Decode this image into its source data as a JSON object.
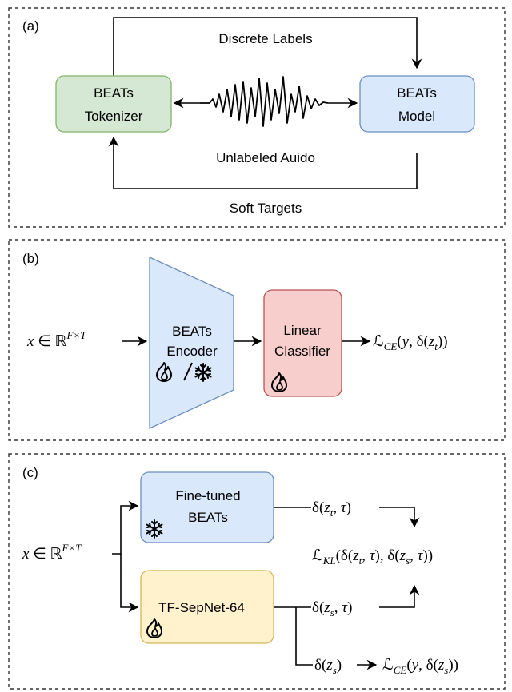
{
  "panel_a": {
    "tag": "(a)",
    "tokenizer": [
      "BEATs",
      "Tokenizer"
    ],
    "model": [
      "BEATs",
      "Model"
    ],
    "top_label": "Discrete Labels",
    "mid_label": "Unlabeled Auido",
    "bottom_label": "Soft Targets",
    "colors": {
      "tokenizer_fill": "#d5e8d4",
      "tokenizer_stroke": "#82b366",
      "model_fill": "#dae8fc",
      "model_stroke": "#6c8ebf"
    }
  },
  "panel_b": {
    "tag": "(b)",
    "input": "x ∈ ℝ^(F×T)",
    "encoder": [
      "BEATs",
      "Encoder"
    ],
    "encoder_icons": [
      "flame-icon",
      "slash",
      "snowflake-icon"
    ],
    "classifier": [
      "Linear",
      "Classifier"
    ],
    "classifier_icon": "flame-icon",
    "output": "ℒ_CE(y, δ(z_t))",
    "colors": {
      "encoder_fill": "#dae8fc",
      "encoder_stroke": "#6c8ebf",
      "classifier_fill": "#f8cecc",
      "classifier_stroke": "#b85450"
    }
  },
  "panel_c": {
    "tag": "(c)",
    "input": "x ∈ ℝ^(F×T)",
    "teacher": [
      "Fine-tuned",
      "BEATs"
    ],
    "teacher_icon": "snowflake-icon",
    "student": [
      "TF-SepNet-64"
    ],
    "student_icon": "flame-icon",
    "teacher_out": "δ(z_t, τ)",
    "student_out": "δ(z_s, τ)",
    "kl_loss": "ℒ_KL(δ(z_t, τ), δ(z_s, τ))",
    "student_hard": "δ(z_s)",
    "ce_loss": "ℒ_CE(y, δ(z_s))",
    "colors": {
      "teacher_fill": "#dae8fc",
      "teacher_stroke": "#6c8ebf",
      "student_fill": "#fff2cc",
      "student_stroke": "#d6b656"
    }
  }
}
